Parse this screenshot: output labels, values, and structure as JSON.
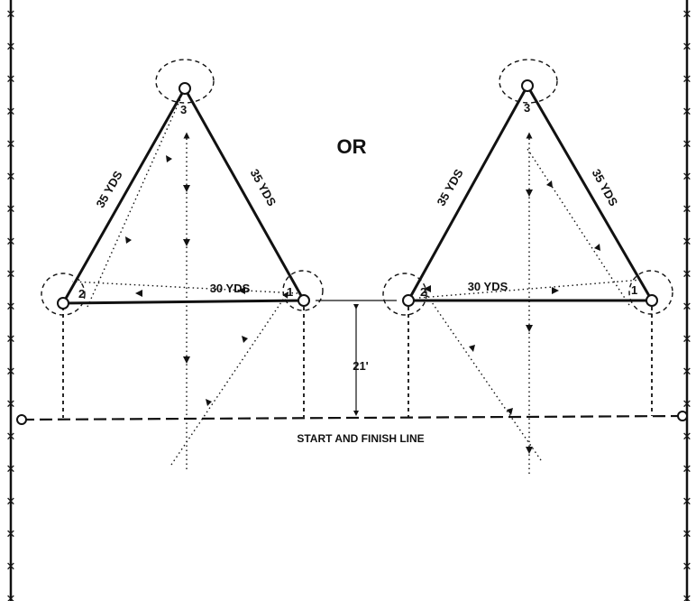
{
  "labels": {
    "or": "OR",
    "start_finish": "START AND FINISH LINE",
    "distance": "21'"
  },
  "left_pattern": {
    "side_a": "35 YDS",
    "side_b": "35 YDS",
    "base": "30 YDS",
    "barrel_1": "1",
    "barrel_2": "2",
    "barrel_3": "3"
  },
  "right_pattern": {
    "side_a": "35 YDS",
    "side_b": "35 YDS",
    "base": "30 YDS",
    "barrel_1": "1",
    "barrel_2": "2",
    "barrel_3": "3"
  },
  "fence_marker": "✕"
}
